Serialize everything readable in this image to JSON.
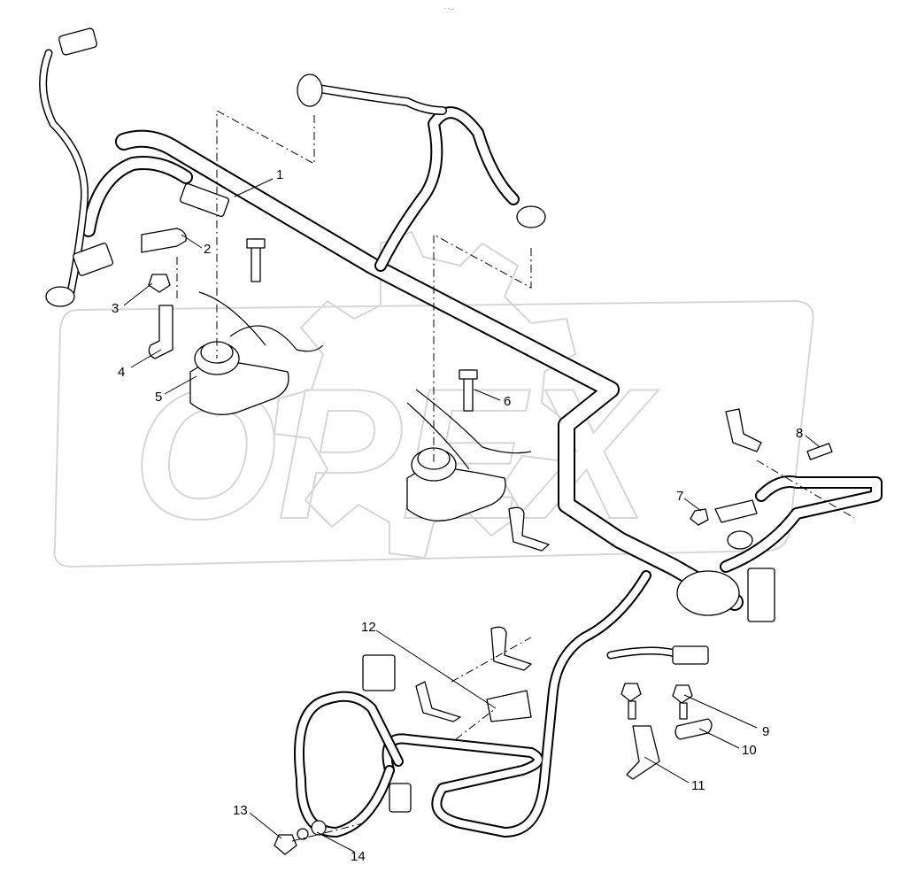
{
  "diagram": {
    "watermark": "OPEX",
    "header_mark": "· · ...",
    "callouts": [
      {
        "id": "1",
        "label": "1"
      },
      {
        "id": "2",
        "label": "2"
      },
      {
        "id": "3",
        "label": "3"
      },
      {
        "id": "4",
        "label": "4"
      },
      {
        "id": "5",
        "label": "5"
      },
      {
        "id": "6",
        "label": "6"
      },
      {
        "id": "7",
        "label": "7"
      },
      {
        "id": "8",
        "label": "8"
      },
      {
        "id": "9",
        "label": "9"
      },
      {
        "id": "10",
        "label": "10"
      },
      {
        "id": "11",
        "label": "11"
      },
      {
        "id": "12",
        "label": "12"
      },
      {
        "id": "13",
        "label": "13"
      },
      {
        "id": "14",
        "label": "14"
      }
    ]
  }
}
